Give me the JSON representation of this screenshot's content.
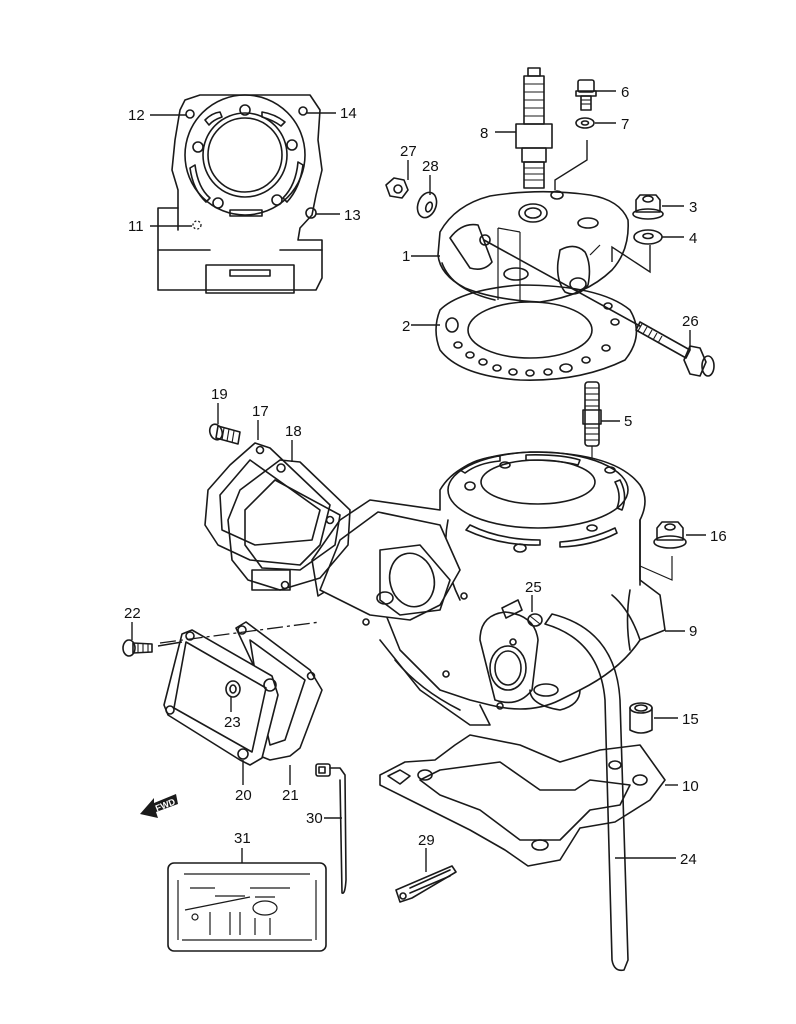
{
  "diagram": {
    "type": "exploded-parts-diagram",
    "subject": "cylinder and cylinder head assembly",
    "direction_marker": "FWD",
    "callouts": [
      {
        "id": "1",
        "label": "1",
        "part": "cylinder-head"
      },
      {
        "id": "2",
        "label": "2",
        "part": "cylinder-head-gasket"
      },
      {
        "id": "3",
        "label": "3",
        "part": "head-nut"
      },
      {
        "id": "4",
        "label": "4",
        "part": "head-washer"
      },
      {
        "id": "5",
        "label": "5",
        "part": "stud-bolt"
      },
      {
        "id": "6",
        "label": "6",
        "part": "bolt"
      },
      {
        "id": "7",
        "label": "7",
        "part": "washer"
      },
      {
        "id": "8",
        "label": "8",
        "part": "spark-plug"
      },
      {
        "id": "9",
        "label": "9",
        "part": "cylinder"
      },
      {
        "id": "10",
        "label": "10",
        "part": "cylinder-base-gasket"
      },
      {
        "id": "11",
        "label": "11",
        "part": "dowel-pin"
      },
      {
        "id": "12",
        "label": "12",
        "part": "dowel-pin"
      },
      {
        "id": "13",
        "label": "13",
        "part": "dowel-pin"
      },
      {
        "id": "14",
        "label": "14",
        "part": "dowel-pin"
      },
      {
        "id": "15",
        "label": "15",
        "part": "pin"
      },
      {
        "id": "16",
        "label": "16",
        "part": "cylinder-nut"
      },
      {
        "id": "17",
        "label": "17",
        "part": "gasket"
      },
      {
        "id": "18",
        "label": "18",
        "part": "gasket"
      },
      {
        "id": "19",
        "label": "19",
        "part": "bolt"
      },
      {
        "id": "20",
        "label": "20",
        "part": "cover"
      },
      {
        "id": "21",
        "label": "21",
        "part": "cover-gasket"
      },
      {
        "id": "22",
        "label": "22",
        "part": "screw"
      },
      {
        "id": "23",
        "label": "23",
        "part": "plug"
      },
      {
        "id": "24",
        "label": "24",
        "part": "hose"
      },
      {
        "id": "25",
        "label": "25",
        "part": "union-and-clamp"
      },
      {
        "id": "26",
        "label": "26",
        "part": "bolt"
      },
      {
        "id": "27",
        "label": "27",
        "part": "nut"
      },
      {
        "id": "28",
        "label": "28",
        "part": "washer"
      },
      {
        "id": "29",
        "label": "29",
        "part": "clamp"
      },
      {
        "id": "30",
        "label": "30",
        "part": "sensor-lead"
      },
      {
        "id": "31",
        "label": "31",
        "part": "label-plate"
      }
    ]
  }
}
